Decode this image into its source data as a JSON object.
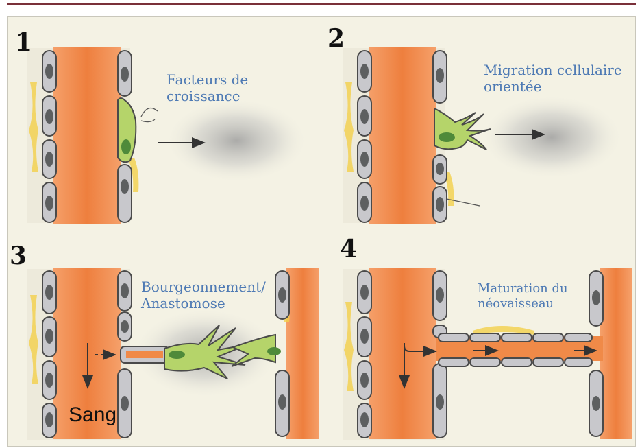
{
  "panels": [
    {
      "number": "1",
      "label_line1": "Facteurs de",
      "label_line2": "croissance"
    },
    {
      "number": "2",
      "label_line1": "Migration cellulaire",
      "label_line2": "orientée"
    },
    {
      "number": "3",
      "label_line1": "Bourgeonnement/",
      "label_line2": "Anastomose"
    },
    {
      "number": "4",
      "label_line1": "Maturation du",
      "label_line2": "néovaisseau"
    }
  ],
  "blood_label": "Sang",
  "colors": {
    "vessel": "#f08a48",
    "vessel_light": "#f6a772",
    "endothelial": "#c8c8cc",
    "nucleus": "#5d5f60",
    "tip_cell": "#b5d46a",
    "tip_nucleus": "#4f8a3a",
    "pericyte": "#f3d04a",
    "label_text": "#4e7ab4",
    "top_rule": "#7a3039"
  }
}
